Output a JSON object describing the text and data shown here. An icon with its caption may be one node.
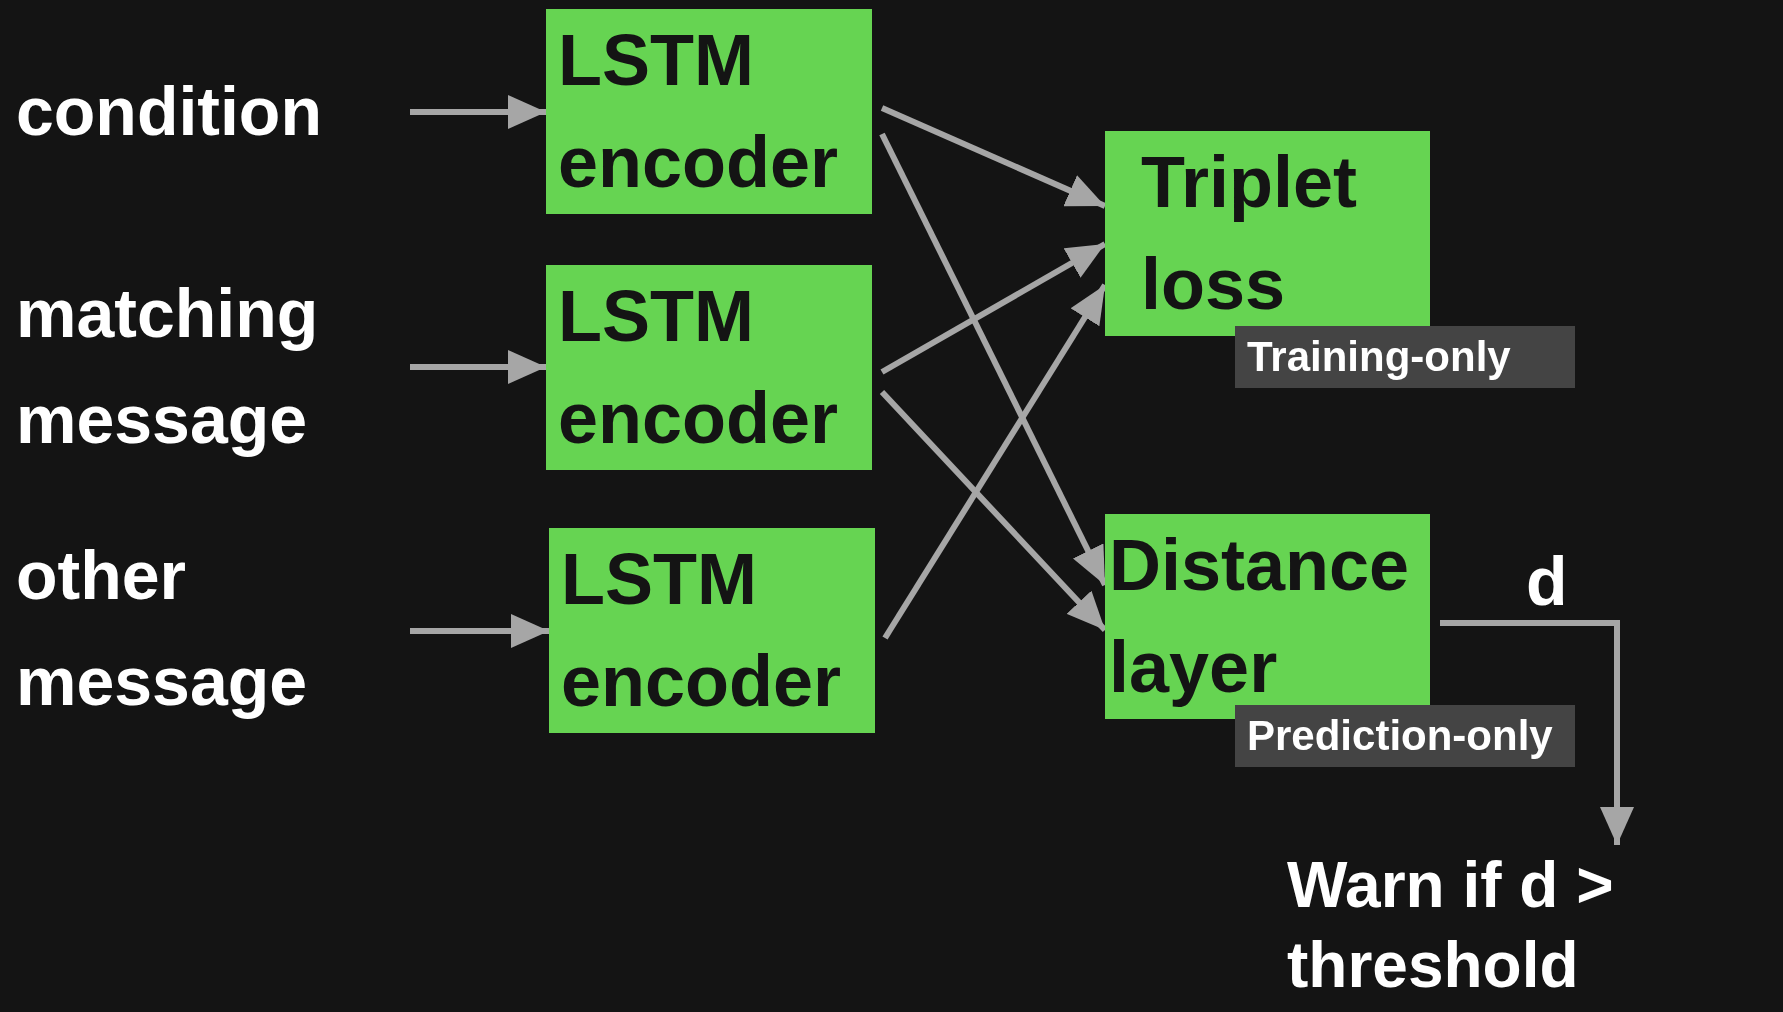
{
  "diagram": {
    "nodes": [
      {
        "text": [
          "condition"
        ]
      },
      {
        "text": [
          "matching message"
        ]
      },
      {
        "text": [
          "other message"
        ]
      },
      {
        "text": [
          "LSTM encoder"
        ]
      },
      {
        "text": [
          "LSTM encoder"
        ]
      },
      {
        "text": [
          "LSTM encoder"
        ]
      },
      {
        "text": [
          "Triplet loss"
        ]
      },
      {
        "text": [
          "Training-only"
        ]
      },
      {
        "text": [
          "Distance layer"
        ]
      },
      {
        "text": [
          "Prediction-only"
        ]
      },
      {
        "text": [
          "Warn if d > threshold"
        ]
      }
    ],
    "edges": [
      {
        "from": 0,
        "to": 3,
        "arrow": "to"
      },
      {
        "from": 1,
        "to": 4,
        "arrow": "to"
      },
      {
        "from": 2,
        "to": 5,
        "arrow": "to"
      },
      {
        "from": 3,
        "to": 6,
        "arrow": "to"
      },
      {
        "from": 3,
        "to": 8,
        "arrow": "to"
      },
      {
        "from": 4,
        "to": 6,
        "arrow": "to"
      },
      {
        "from": 4,
        "to": 8,
        "arrow": "to"
      },
      {
        "from": 5,
        "to": 6,
        "arrow": "to"
      },
      {
        "from": 8,
        "to": 10,
        "arrow": "to",
        "label": "d"
      }
    ]
  }
}
